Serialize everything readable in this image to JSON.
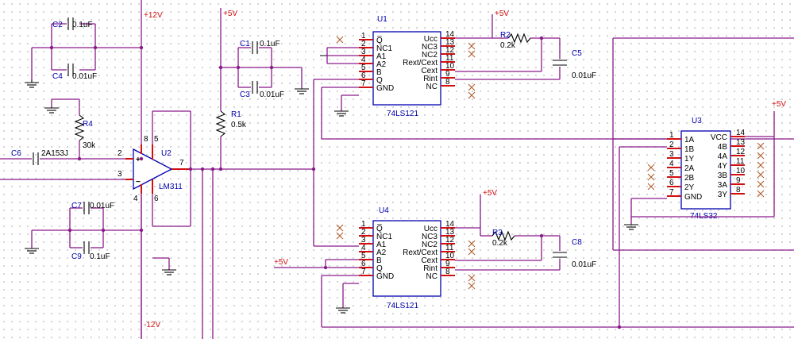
{
  "supplies": {
    "pos12": "+12V",
    "neg12": "-12V",
    "p5_a": "+5V",
    "p5_b": "+5V",
    "p5_c": "+5V",
    "p5_d": "+5V",
    "p5_e": "+5V"
  },
  "comparator": {
    "ref": "U2",
    "part": "LM311",
    "pin2": "2",
    "pin3": "3",
    "pin4": "4",
    "pin5": "5",
    "pin6": "6",
    "pin7": "7",
    "pin8": "8"
  },
  "components": {
    "c2": {
      "ref": "C2",
      "value": "0.1uF"
    },
    "c4": {
      "ref": "C4",
      "value": "0.01uF"
    },
    "c1": {
      "ref": "C1",
      "value": "0.1uF"
    },
    "c3": {
      "ref": "C3",
      "value": "0.01uF"
    },
    "c5": {
      "ref": "C5",
      "value": "0.01uF"
    },
    "c6": {
      "ref": "C6",
      "value": "2A153J"
    },
    "c7": {
      "ref": "C7",
      "value": "0.01uF"
    },
    "c8": {
      "ref": "C8",
      "value": "0.01uF"
    },
    "c9": {
      "ref": "C9",
      "value": "0.1uF"
    },
    "r1": {
      "ref": "R1",
      "value": "0.5k"
    },
    "r2": {
      "ref": "R2",
      "value": "0.2k"
    },
    "r3": {
      "ref": "R3",
      "value": "0.2k"
    },
    "r4": {
      "ref": "R4",
      "value": "30k"
    }
  },
  "u1": {
    "ref": "U1",
    "part": "74LS121",
    "left_pins": [
      [
        "1",
        "Q̅"
      ],
      [
        "2",
        "NC1"
      ],
      [
        "3",
        "A1"
      ],
      [
        "4",
        "A2"
      ],
      [
        "5",
        "B"
      ],
      [
        "6",
        "Q"
      ],
      [
        "7",
        "GND"
      ]
    ],
    "right_pins": [
      [
        "14",
        "Ucc"
      ],
      [
        "13",
        "NC3"
      ],
      [
        "12",
        "NC2"
      ],
      [
        "11",
        "Rext/Cext"
      ],
      [
        "10",
        "Cext"
      ],
      [
        "9",
        "Rint"
      ],
      [
        "8",
        "NC"
      ]
    ]
  },
  "u4": {
    "ref": "U4",
    "part": "74LS121",
    "left_pins": [
      [
        "1",
        "Q̅"
      ],
      [
        "2",
        "NC1"
      ],
      [
        "3",
        "A1"
      ],
      [
        "4",
        "A2"
      ],
      [
        "5",
        "B"
      ],
      [
        "6",
        "Q"
      ],
      [
        "7",
        "GND"
      ]
    ],
    "right_pins": [
      [
        "14",
        "Ucc"
      ],
      [
        "13",
        "NC3"
      ],
      [
        "12",
        "NC2"
      ],
      [
        "11",
        "Rext/Cext"
      ],
      [
        "10",
        "Cext"
      ],
      [
        "9",
        "Rint"
      ],
      [
        "8",
        "NC"
      ]
    ]
  },
  "u3": {
    "ref": "U3",
    "part": "74LS32",
    "left_pins": [
      [
        "1",
        "1A"
      ],
      [
        "2",
        "1B"
      ],
      [
        "3",
        "1Y"
      ],
      [
        "4",
        "2A"
      ],
      [
        "5",
        "2B"
      ],
      [
        "6",
        "2Y"
      ],
      [
        "7",
        "GND"
      ]
    ],
    "right_pins": [
      [
        "14",
        "VCC"
      ],
      [
        "13",
        "4B"
      ],
      [
        "12",
        "4A"
      ],
      [
        "11",
        "4Y"
      ],
      [
        "10",
        "3B"
      ],
      [
        "9",
        "3A"
      ],
      [
        "8",
        "3Y"
      ]
    ]
  }
}
